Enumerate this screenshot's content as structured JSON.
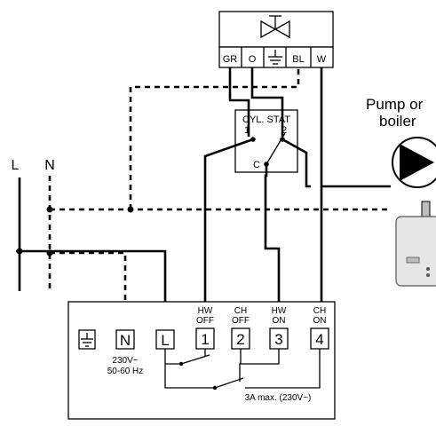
{
  "valve": {
    "terminals": [
      "GR",
      "O",
      "BL",
      "W"
    ]
  },
  "cylinder_stat": {
    "title": "CYL. STAT",
    "term1": "1",
    "term2": "2",
    "common": "C"
  },
  "supply": {
    "live": "L",
    "neutral": "N"
  },
  "pump": {
    "line1": "Pump or",
    "line2": "boiler"
  },
  "programmer": {
    "terminal_n": "N",
    "terminal_l": "L",
    "terminals": [
      {
        "top": "HW",
        "bottom": "OFF",
        "number": "1"
      },
      {
        "top": "CH",
        "bottom": "OFF",
        "number": "2"
      },
      {
        "top": "HW",
        "bottom": "ON",
        "number": "3"
      },
      {
        "top": "CH",
        "bottom": "ON",
        "number": "4"
      }
    ],
    "voltage": "230V~",
    "frequency": "50-60 Hz",
    "rating": "3A max. (230V~)"
  },
  "colors": {
    "line": "#000000",
    "boiler_body": "#e6e6e6",
    "boiler_shade": "#bdbdbd"
  }
}
